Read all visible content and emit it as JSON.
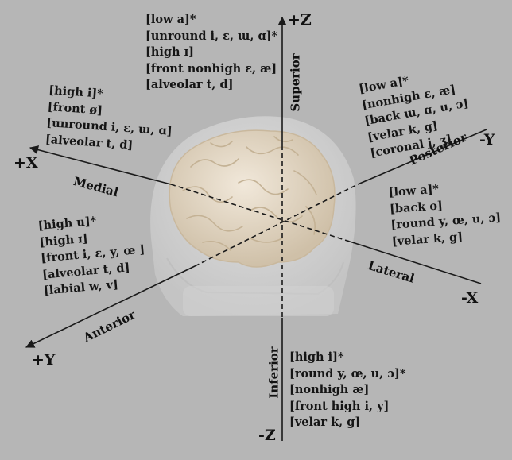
{
  "axes": {
    "plus_z": "+Z",
    "minus_z": "-Z",
    "plus_x": "+X",
    "minus_x": "-X",
    "plus_y": "+Y",
    "minus_y": "-Y"
  },
  "directions": {
    "superior": "Superior",
    "inferior": "Inferior",
    "medial": "Medial",
    "lateral": "Lateral",
    "anterior": "Anterior",
    "posterior": "Posterior"
  },
  "groups": {
    "superior": [
      "[low a]*",
      "[unround i, ε, ɯ, ɑ]*",
      "[high ɪ]",
      "[front nonhigh ε, æ]",
      "[alveolar t, d]"
    ],
    "medial": [
      "[high i]*",
      "[front ø]",
      "[unround i, ε, ɯ, ɑ]",
      "[alveolar t, d]"
    ],
    "posterior": [
      "[low a]*",
      "[nonhigh ε, æ]",
      "[back ɯ, ɑ, u, ɔ]",
      "[velar k, g]",
      "[coronal j, ʒ]"
    ],
    "lateral": [
      "[low a]*",
      "[back o]",
      "[round y, œ, u, ɔ]",
      "[velar k, g]"
    ],
    "anterior": [
      "[high u]*",
      "[high ɪ]",
      "[front i, ε, y, œ ]",
      "[alveolar t, d]",
      "[labial w, v]"
    ],
    "inferior": [
      "[high i]*",
      "[round y, œ, u, ɔ]*",
      "[nonhigh æ]",
      "[front high i, y]",
      "[velar k, g]"
    ]
  },
  "colors": {
    "background": "#b6b6b6",
    "brain": "#e2d6c4",
    "head": "#d8d8d8",
    "axis": "#1a1a1a"
  }
}
